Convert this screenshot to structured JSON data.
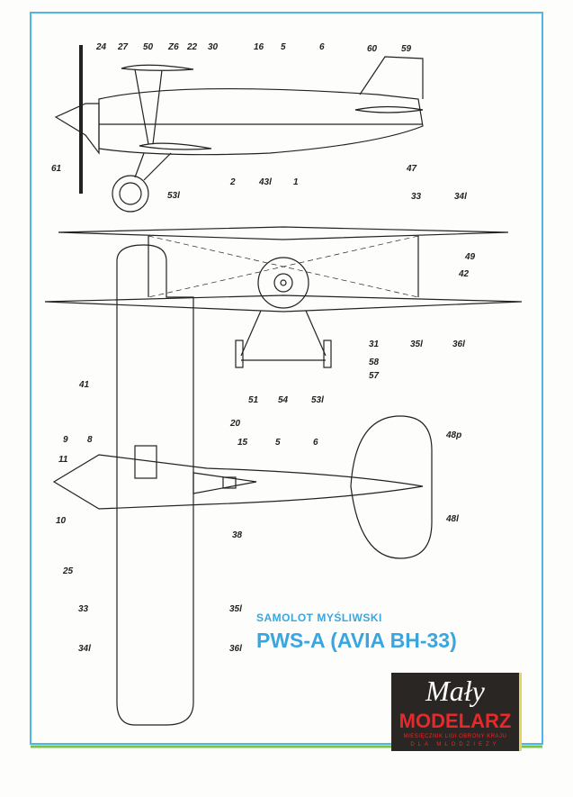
{
  "labels": {
    "side": [
      "24",
      "27",
      "50",
      "Z6",
      "22",
      "30",
      "16",
      "5",
      "6",
      "60",
      "59",
      "61",
      "53l",
      "2",
      "43l",
      "1",
      "47"
    ],
    "front": [
      "33",
      "34l",
      "49",
      "42",
      "31",
      "35l",
      "36l",
      "58",
      "57",
      "51",
      "54",
      "53l"
    ],
    "top": [
      "41",
      "9",
      "8",
      "20",
      "15",
      "5",
      "6",
      "48p",
      "11",
      "10",
      "38",
      "25",
      "48l",
      "33",
      "35l",
      "34l",
      "36l"
    ]
  },
  "title": {
    "subtitle": "SAMOLOT MYŚLIWSKI",
    "main": "PWS-A (AVIA BH-33)"
  },
  "logo": {
    "line1": "Mały",
    "line2": "MODELARZ",
    "line3": "MIESIĘCZNIK LIGI OBRONY KRAJU",
    "line4": "DLA MŁODZIEŻY"
  },
  "colors": {
    "frame": "#4fb6e6",
    "title": "#3aa6e0",
    "logo_bg": "#2a2623",
    "logo_red": "#e8282a",
    "stripe_green": "#7cc24a"
  }
}
